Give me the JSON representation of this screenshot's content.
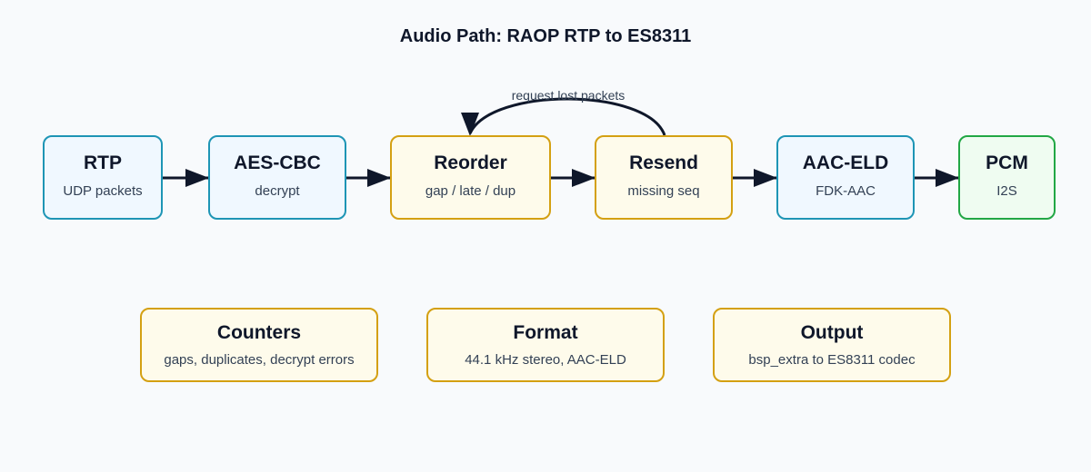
{
  "title": "Audio Path: RAOP RTP to ES8311",
  "nodes": [
    {
      "title": "RTP",
      "sub": "UDP packets"
    },
    {
      "title": "AES-CBC",
      "sub": "decrypt"
    },
    {
      "title": "Reorder",
      "sub": "gap / late / dup"
    },
    {
      "title": "Resend",
      "sub": "missing seq"
    },
    {
      "title": "AAC-ELD",
      "sub": "FDK-AAC"
    },
    {
      "title": "PCM",
      "sub": "I2S"
    }
  ],
  "loop_label": "request lost packets",
  "info_boxes": [
    {
      "title": "Counters",
      "sub": "gaps, duplicates, decrypt errors"
    },
    {
      "title": "Format",
      "sub": "44.1 kHz stereo, AAC-ELD"
    },
    {
      "title": "Output",
      "sub": "bsp_extra to ES8311 codec"
    }
  ],
  "colors": {
    "blue_fill": "#f0f8ff",
    "blue_border": "#1e95b5",
    "yellow_fill": "#fefbeb",
    "yellow_border": "#d4a012",
    "green_fill": "#effcf1",
    "green_border": "#22a745",
    "arrow": "#0f172a"
  }
}
